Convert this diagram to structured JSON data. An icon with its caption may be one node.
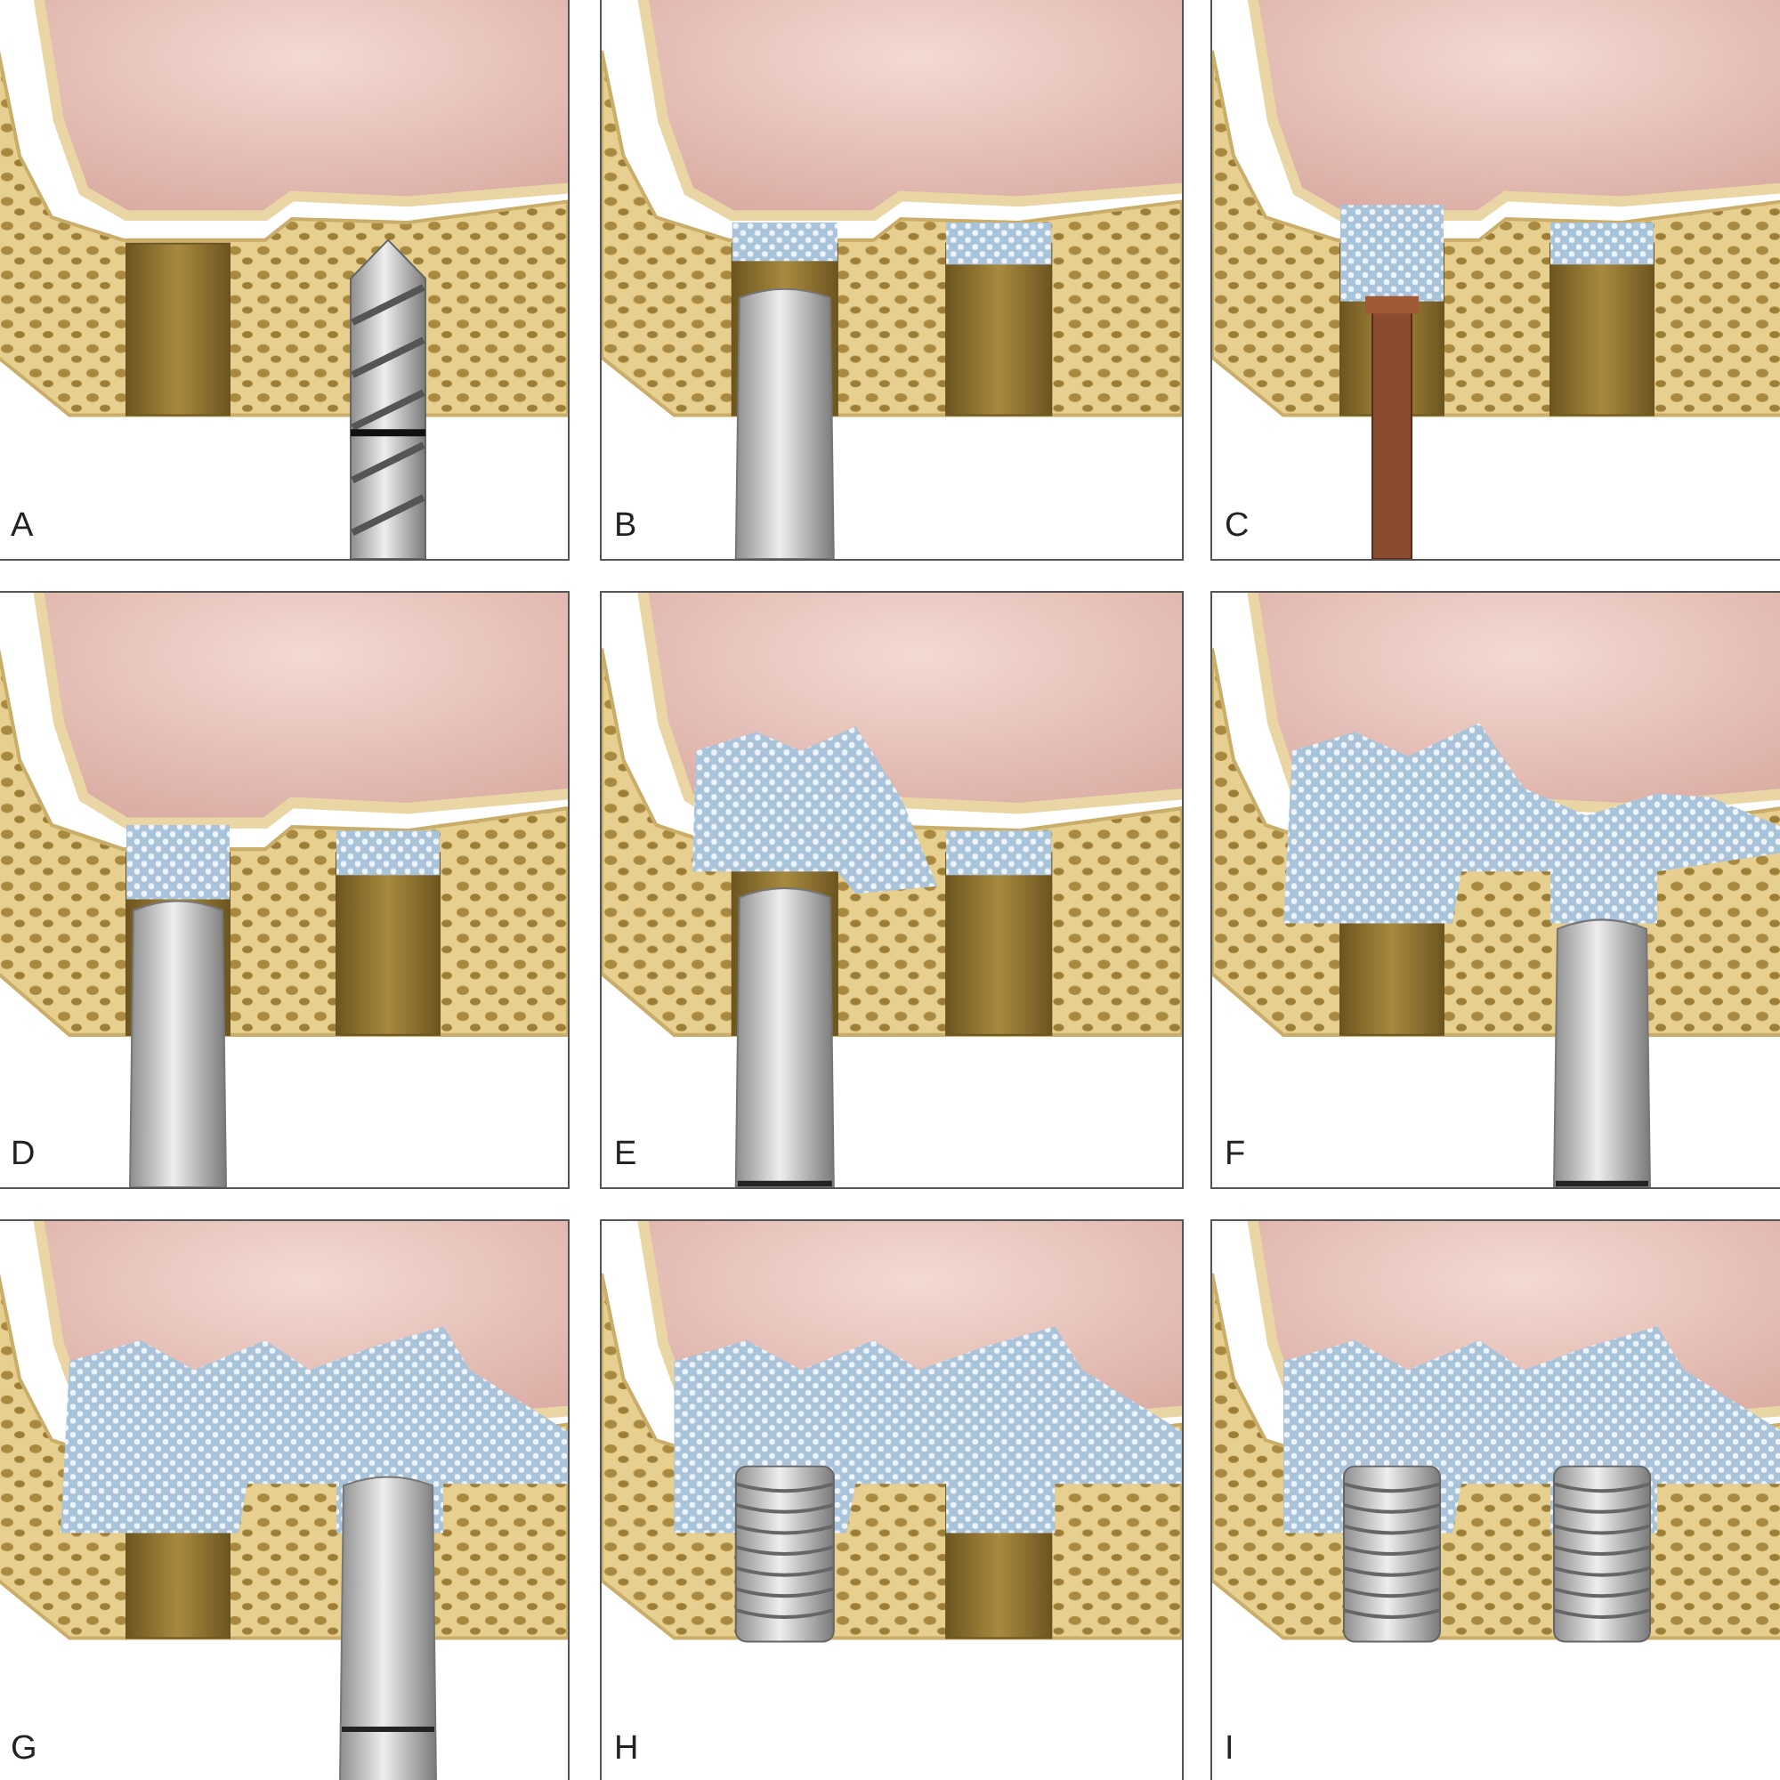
{
  "diagram": {
    "labels": [
      "A",
      "B",
      "C",
      "D",
      "E",
      "F",
      "G",
      "H",
      "I"
    ]
  }
}
